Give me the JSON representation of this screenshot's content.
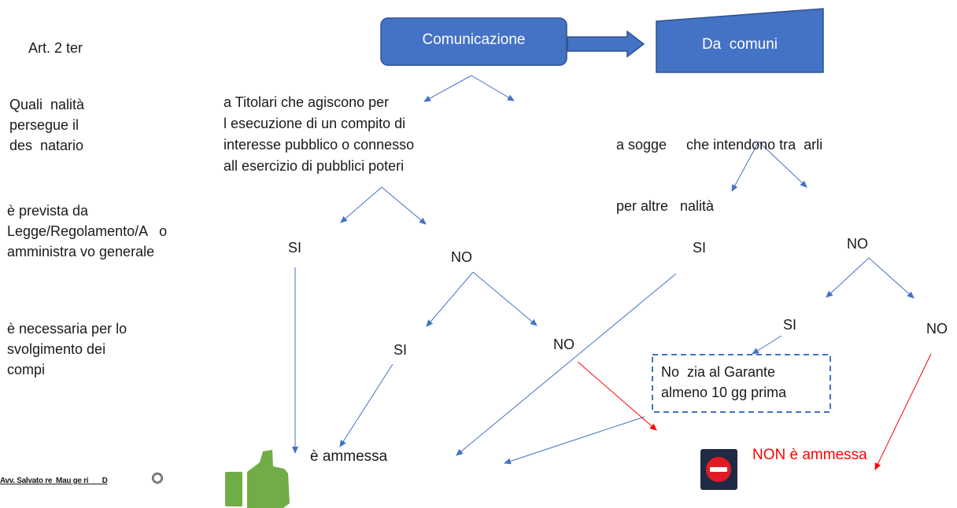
{
  "article": "Art. 2 ter",
  "questions": {
    "q1": [
      "Quali  nalità",
      "persegue il",
      "des  natario"
    ],
    "q2": [
      "è prevista da",
      "Legge/Regolamento/A   o",
      "amministra vo generale"
    ],
    "q3": [
      "è necessaria per lo",
      "svolgimento dei",
      "compi"
    ]
  },
  "top": {
    "comunicazione": "Comunicazione",
    "da_comuni": "Da  comuni"
  },
  "left_branch": [
    "a Titolari che agiscono per",
    "l esecuzione di un compito di",
    "interesse pubblico o connesso",
    "all esercizio di pubblici poteri"
  ],
  "right_branch": [
    "a sogge     che intendono tra  arli",
    "per altre   nalità"
  ],
  "answers": {
    "si_1": "SI",
    "no_1": "NO",
    "si_2": "SI",
    "no_2": "NO",
    "si_3": "SI",
    "no_3": "NO",
    "si_4": "SI",
    "no_4": "NO"
  },
  "notify_box": [
    "No  zia al Garante",
    "almeno 10 gg prima"
  ],
  "outcomes": {
    "allowed": "è ammessa",
    "not_allowed": "NON è ammessa"
  },
  "footer": "Avv. Salvato re  Mau ge ri       D",
  "colors": {
    "box_fill": "#4472c4",
    "box_stroke": "#2f528f",
    "arrow_blue": "#4472c4",
    "arrow_red": "#ff0000",
    "thumb_green": "#70ad47"
  }
}
